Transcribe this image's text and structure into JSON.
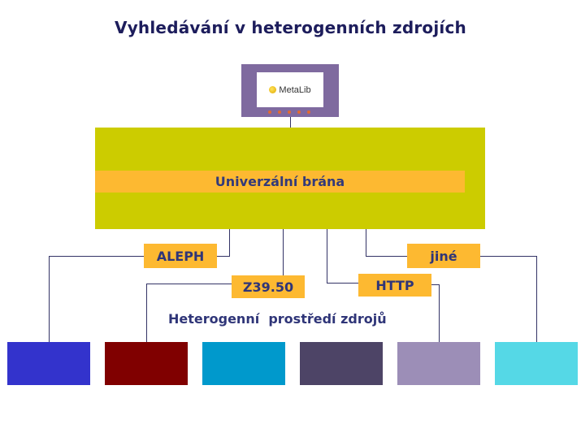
{
  "title": "Vyhledávání v heterogenních zdrojích",
  "metalib": {
    "logo_text": "MetaLib",
    "logo_icon": "metalib-logo-icon",
    "box_color": "#7f6a9f",
    "dot_color": "#e26a30"
  },
  "gateway": {
    "label": "Univerzální brána",
    "area_color": "#cccc00",
    "band_color": "#fdb931"
  },
  "protocols": {
    "aleph": "ALEPH",
    "z3950": "Z39.50",
    "http": "HTTP",
    "other": "jiné"
  },
  "environment_label": "Heterogenní  prostředí zdrojů",
  "sources": [
    {
      "color": "#3333cc"
    },
    {
      "color": "#800000"
    },
    {
      "color": "#0099cc"
    },
    {
      "color": "#4d4466"
    },
    {
      "color": "#9c8eb7"
    },
    {
      "color": "#55d8e6"
    }
  ],
  "colors": {
    "title": "#1d1d5c",
    "label_text": "#2f3578",
    "connector": "#333366"
  }
}
